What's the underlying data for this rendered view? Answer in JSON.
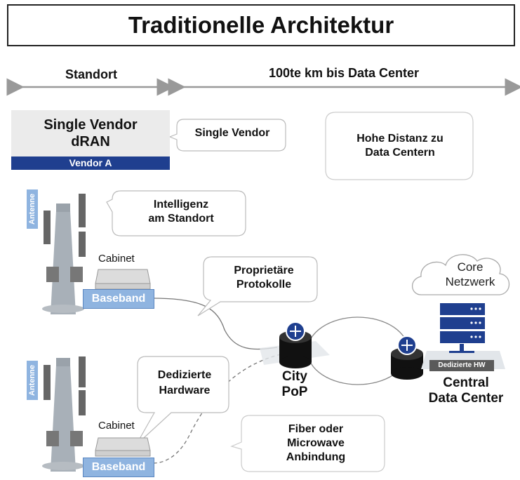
{
  "title": "Traditionelle Architektur",
  "ranges": {
    "standort": "Standort",
    "distance": "100te km bis Data Center"
  },
  "vendor": {
    "line1": "Single Vendor",
    "line2": "dRAN",
    "bar": "Vendor A"
  },
  "callouts": {
    "single_vendor": "Single Vendor",
    "distanz_1": "Hohe Distanz zu",
    "distanz_2": "Data Centern",
    "intelligenz_1": "Intelligenz",
    "intelligenz_2": "am Standort",
    "protokolle_1": "Proprietäre",
    "protokolle_2": "Protokolle",
    "hardware_1": "Dedizierte",
    "hardware_2": "Hardware",
    "fiber_1": "Fiber oder",
    "fiber_2": "Microwave",
    "fiber_3": "Anbindung"
  },
  "sites": {
    "top": {
      "antenne": "Antenne",
      "cabinet": "Cabinet",
      "baseband": "Baseband"
    },
    "bottom": {
      "antenne": "Antenne",
      "cabinet": "Cabinet",
      "baseband": "Baseband"
    }
  },
  "nodes": {
    "core_1": "Core",
    "core_2": "Netzwerk",
    "city_1": "City",
    "city_2": "PoP",
    "dc_1": "Central",
    "dc_2": "Data Center",
    "dc_badge": "Dedizierte HW"
  },
  "colors": {
    "vendor_bar": "#1f3f8f",
    "baseband": "#8fb4e0",
    "server": "#1f3f8f",
    "router_ring": "#1f3f8f"
  }
}
